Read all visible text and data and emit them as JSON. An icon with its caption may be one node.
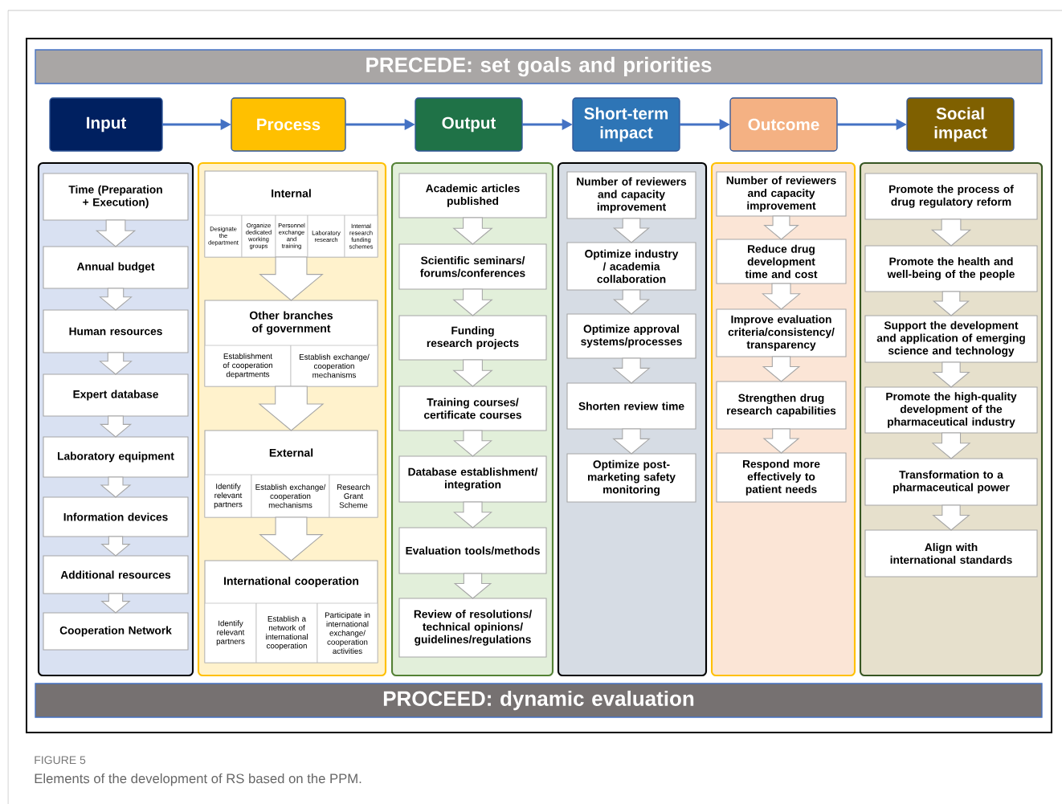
{
  "diagram": {
    "caption": "Elements of the development of RS based on the PPM.",
    "labels": [
      "FIGURE 5"
    ],
    "nodes": [
      {
        "text": [
          "PRECEDE: set goals and priorities"
        ]
      },
      {
        "text": [
          "Input"
        ]
      },
      {
        "text": [
          "Process"
        ]
      },
      {
        "text": [
          "Output"
        ]
      },
      {
        "text": [
          "Short-term impact"
        ]
      },
      {
        "text": [
          "Outcome"
        ]
      },
      {
        "text": [
          "Social impact"
        ]
      },
      {
        "text": [],
        "shape": "box"
      },
      {
        "text": [
          "Time (Preparation + Execution)"
        ],
        "in": 7
      },
      {
        "text": [
          "Annual budget"
        ],
        "in": 7
      },
      {
        "text": [
          "Human resources"
        ],
        "in": 7
      },
      {
        "text": [
          "Expert database"
        ],
        "in": 7
      },
      {
        "text": [
          "Laboratory equipment"
        ],
        "in": 7
      },
      {
        "text": [
          "Information devices"
        ],
        "in": 7
      },
      {
        "text": [
          "Additional resources"
        ],
        "in": 7
      },
      {
        "text": [
          "Cooperation Network"
        ],
        "in": 7
      },
      {
        "text": [],
        "shape": "box"
      },
      {
        "text": [
          "Internal"
        ],
        "in": 16
      },
      {
        "text": [
          "Designate the department"
        ],
        "in": 17
      },
      {
        "text": [
          "Organize dedicated working groups"
        ],
        "in": 17
      },
      {
        "text": [
          "Personnel exchange and training"
        ],
        "in": 17
      },
      {
        "text": [
          "Laboratory research"
        ],
        "in": 17
      },
      {
        "text": [
          "Internal research funding schemes"
        ],
        "in": 17
      },
      {
        "text": [
          "Other branches of government"
        ],
        "in": 16
      },
      {
        "text": [
          "Establishment of cooperation departments"
        ],
        "in": 23
      },
      {
        "text": [
          "Establish exchange/cooperation mechanisms"
        ],
        "in": 23
      },
      {
        "text": [
          "External"
        ],
        "in": 16
      },
      {
        "text": [
          "Identify relevant partners"
        ],
        "in": 26
      },
      {
        "text": [
          "Establish exchange/cooperation mechanisms"
        ],
        "in": 26
      },
      {
        "text": [
          "Research Grant Scheme"
        ],
        "in": 26
      },
      {
        "text": [
          "International cooperation"
        ],
        "in": 16
      },
      {
        "text": [
          "Identify relevant partners"
        ],
        "in": 30
      },
      {
        "text": [
          "Establish a network of international cooperation"
        ],
        "in": 30
      },
      {
        "text": [
          "Participate in international exchange/cooperation activities"
        ],
        "in": 30
      },
      {
        "text": [],
        "shape": "box"
      },
      {
        "text": [
          "Academic articles published"
        ],
        "in": 34
      },
      {
        "text": [
          "Scientific seminars/forums/conferences"
        ],
        "in": 34
      },
      {
        "text": [
          "Funding research projects"
        ],
        "in": 34
      },
      {
        "text": [
          "Training courses/certificate courses"
        ],
        "in": 34
      },
      {
        "text": [
          "Database establishment/integration"
        ],
        "in": 34
      },
      {
        "text": [
          "Evaluation tools/methods"
        ],
        "in": 34
      },
      {
        "text": [
          "Review of resolutions/technical opinions/guidelines/regulations"
        ],
        "in": 34
      },
      {
        "text": [],
        "shape": "box"
      },
      {
        "text": [
          "Number of reviewers and capacity improvement"
        ],
        "in": 42
      },
      {
        "text": [
          "Optimize industry / academia collaboration"
        ],
        "in": 42
      },
      {
        "text": [
          "Optimize approval systems/processes"
        ],
        "in": 42
      },
      {
        "text": [
          "Shorten review time"
        ],
        "in": 42
      },
      {
        "text": [
          "Optimize post-marketing safety monitoring"
        ],
        "in": 42
      },
      {
        "text": [],
        "shape": "box"
      },
      {
        "text": [
          "Number of reviewers and capacity improvement"
        ],
        "in": 48
      },
      {
        "text": [
          "Reduce drug development time and cost"
        ],
        "in": 48
      },
      {
        "text": [
          "Improve evaluation criteria/consistency/transparency"
        ],
        "in": 48
      },
      {
        "text": [
          "Strengthen drug research capabilities"
        ],
        "in": 48
      },
      {
        "text": [
          "Respond more effectively to patient needs"
        ],
        "in": 48
      },
      {
        "text": [],
        "shape": "box"
      },
      {
        "text": [
          "Promote the process of drug regulatory reform"
        ],
        "in": 54
      },
      {
        "text": [
          "Promote the health and well-being of the people"
        ],
        "in": 54
      },
      {
        "text": [
          "Support the development and application of emerging science and technology"
        ],
        "in": 54
      },
      {
        "text": [
          "Promote the high-quality development of the pharmaceutical industry"
        ],
        "in": 54
      },
      {
        "text": [
          "Transformation to a pharmaceutical power"
        ],
        "in": 54
      },
      {
        "text": [
          "Align with international standards"
        ],
        "in": 54
      },
      {
        "text": [
          "PROCEED: dynamic evaluation"
        ]
      }
    ],
    "edges": [
      {
        "from": 1,
        "to": 2,
        "arrow": "to",
        "color": "#4472c4"
      },
      {
        "from": 2,
        "to": 3,
        "arrow": "to",
        "color": "#4472c4"
      },
      {
        "from": 3,
        "to": 4,
        "arrow": "to",
        "color": "#4472c4"
      },
      {
        "from": 4,
        "to": 5,
        "arrow": "to",
        "color": "#4472c4"
      },
      {
        "from": 5,
        "to": 6,
        "arrow": "to",
        "color": "#4472c4"
      },
      {
        "from": 8,
        "to": 9,
        "arrow": "to"
      },
      {
        "from": 9,
        "to": 10,
        "arrow": "to"
      },
      {
        "from": 10,
        "to": 11,
        "arrow": "to"
      },
      {
        "from": 11,
        "to": 12,
        "arrow": "to"
      },
      {
        "from": 12,
        "to": 13,
        "arrow": "to"
      },
      {
        "from": 13,
        "to": 14,
        "arrow": "to"
      },
      {
        "from": 14,
        "to": 15,
        "arrow": "to"
      },
      {
        "from": 17,
        "to": 23,
        "arrow": "to"
      },
      {
        "from": 23,
        "to": 26,
        "arrow": "to"
      },
      {
        "from": 26,
        "to": 30,
        "arrow": "to"
      },
      {
        "from": 35,
        "to": 36,
        "arrow": "to"
      },
      {
        "from": 36,
        "to": 37,
        "arrow": "to"
      },
      {
        "from": 37,
        "to": 38,
        "arrow": "to"
      },
      {
        "from": 38,
        "to": 39,
        "arrow": "to"
      },
      {
        "from": 39,
        "to": 40,
        "arrow": "to"
      },
      {
        "from": 40,
        "to": 41,
        "arrow": "to"
      },
      {
        "from": 43,
        "to": 44,
        "arrow": "to"
      },
      {
        "from": 44,
        "to": 45,
        "arrow": "to"
      },
      {
        "from": 45,
        "to": 46,
        "arrow": "to"
      },
      {
        "from": 46,
        "to": 47,
        "arrow": "to"
      },
      {
        "from": 49,
        "to": 50,
        "arrow": "to"
      },
      {
        "from": 50,
        "to": 51,
        "arrow": "to"
      },
      {
        "from": 51,
        "to": 52,
        "arrow": "to"
      },
      {
        "from": 52,
        "to": 53,
        "arrow": "to"
      },
      {
        "from": 55,
        "to": 56,
        "arrow": "to"
      },
      {
        "from": 56,
        "to": 57,
        "arrow": "to"
      },
      {
        "from": 57,
        "to": 58,
        "arrow": "to"
      },
      {
        "from": 58,
        "to": 59,
        "arrow": "to"
      },
      {
        "from": 59,
        "to": 60,
        "arrow": "to"
      }
    ]
  }
}
